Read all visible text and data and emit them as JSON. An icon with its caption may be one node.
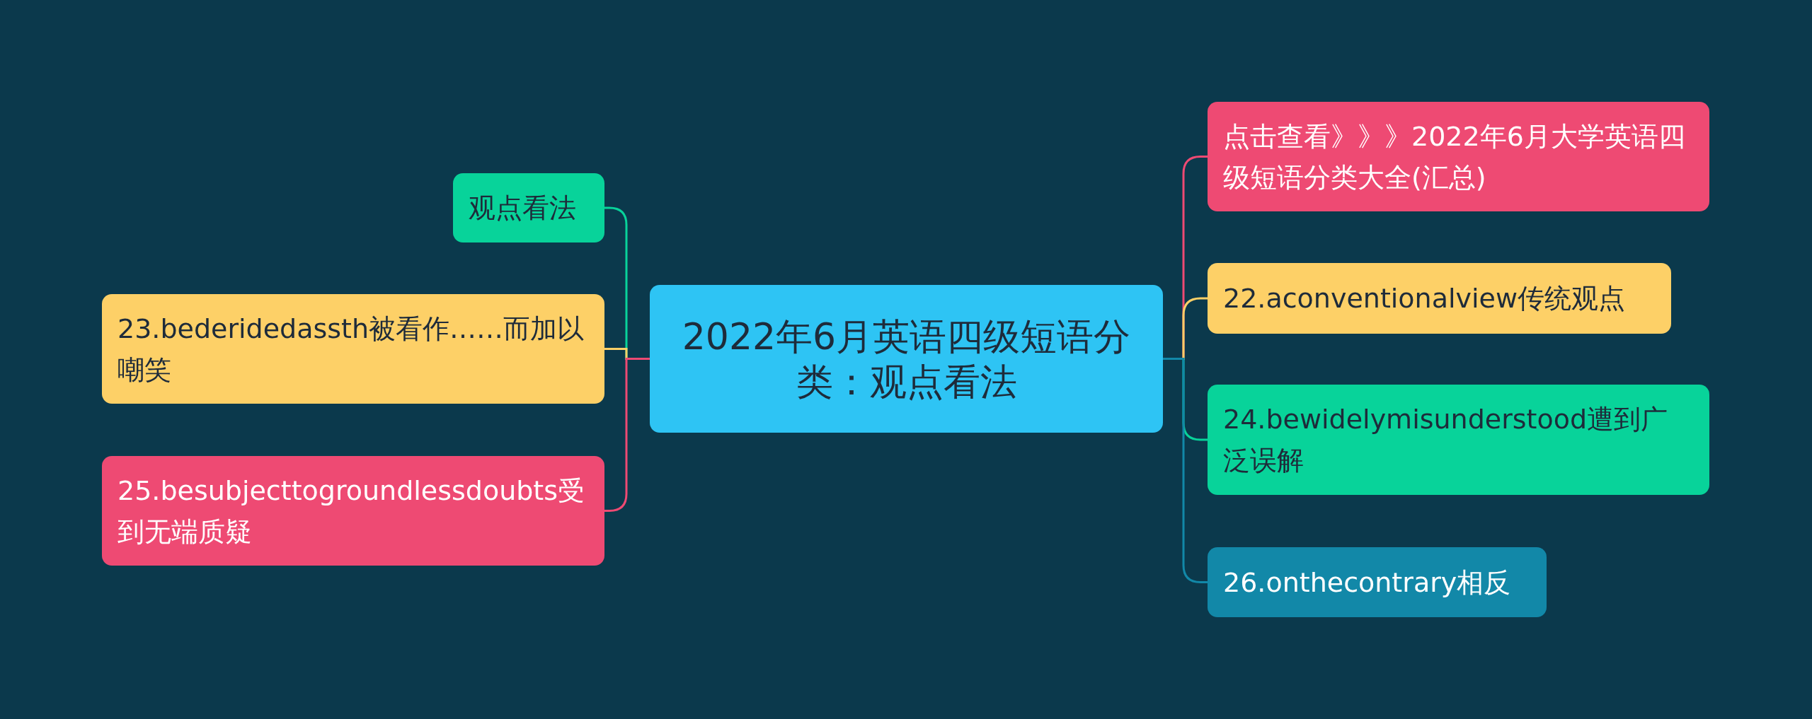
{
  "diagram": {
    "nodes": [
      {
        "text": [
          "2022年6月英语四级短语分类：观点看法"
        ]
      },
      {
        "text": [
          "观点看法"
        ]
      },
      {
        "text": [
          "23.bederidedassth被看作……而加以嘲笑"
        ]
      },
      {
        "text": [
          "25.besubjecttogroundlessdoubts受到无端质疑"
        ]
      },
      {
        "text": [
          "点击查看》》》2022年6月大学英语四级短语分类大全(汇总)"
        ]
      },
      {
        "text": [
          "22.aconventionalview传统观点"
        ]
      },
      {
        "text": [
          "24.bewidelymisunderstood遭到广泛误解"
        ]
      },
      {
        "text": [
          "26.onthecontrary相反"
        ]
      }
    ],
    "edges": [
      {
        "from": 0,
        "to": 1,
        "arrow": "none",
        "color": "#08d39a"
      },
      {
        "from": 0,
        "to": 2,
        "arrow": "none",
        "color": "#fdd067"
      },
      {
        "from": 0,
        "to": 3,
        "arrow": "none",
        "color": "#ee4a73"
      },
      {
        "from": 0,
        "to": 4,
        "arrow": "none",
        "color": "#ee4a73"
      },
      {
        "from": 0,
        "to": 5,
        "arrow": "none",
        "color": "#fdd067"
      },
      {
        "from": 0,
        "to": 6,
        "arrow": "none",
        "color": "#08d39a"
      },
      {
        "from": 0,
        "to": 7,
        "arrow": "none",
        "color": "#1288a8"
      }
    ]
  }
}
